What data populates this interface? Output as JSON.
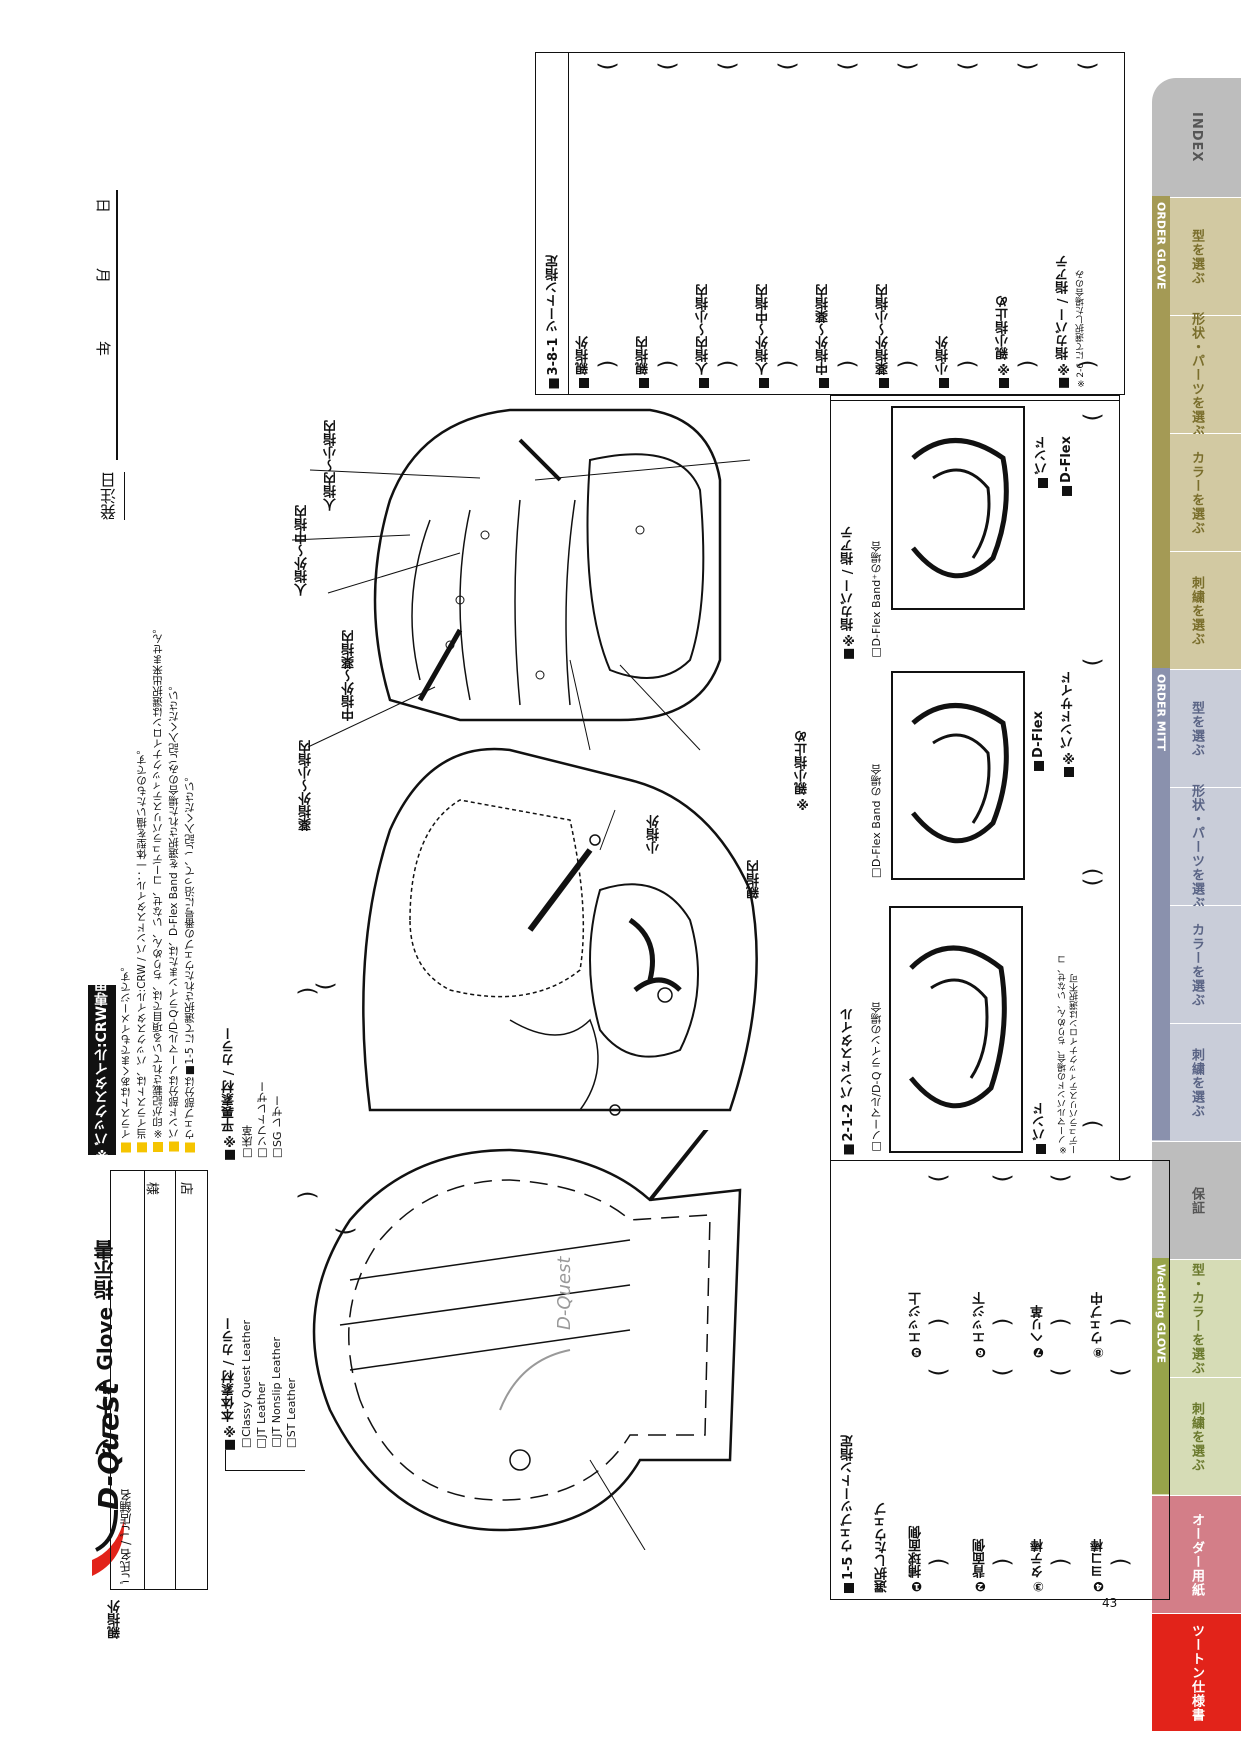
{
  "header": {
    "brand": "D-Quest",
    "title": "ツートン Glove 指示書",
    "name_label": "ご氏名 / ご店舗名",
    "sama": "様",
    "ten": "店",
    "style_badge": "※バックスタイル:CRW専用",
    "notes": [
      "イラストはあくまでもイメージです。",
      "当イラストは、バックスタイル:CRW / バンドスタイル：一体型を描いたものです。",
      "※印が記載されている項目では、ちりめん、いなせ、コーデュラバリスティックナイロンは選択出来ません。",
      "バンド部分はノーマル/D-Qラインまたは、D-Flex Band を選択された場合のみご記入ください。",
      "ウェブ部分は■1-5 にて選択されたウェブの番号に沿って、ご記入ください。"
    ],
    "order_date_label": "発注日",
    "year": "年",
    "month": "月",
    "day": "日"
  },
  "materials": {
    "body_title": "※本体素材 / カラー",
    "body_options": [
      "Classy Quest Leather",
      "JT Leather",
      "JT Nonslip Leather",
      "ST Leather"
    ],
    "flat_title": "※平裏素材 / カラー",
    "flat_options": [
      "床革",
      "ソフトレザー",
      "SG レザー"
    ]
  },
  "labels": {
    "oyayubi_soto": "親指外",
    "kusuri_koyubi": "薬指外〜小指内",
    "naka_kusuri": "中指外〜薬指内",
    "hito_naka": "人指外〜中指内",
    "hito_koyubi": "人指内〜小指内",
    "koyubi_soto": "小指外",
    "oyayubi_uchi": "親指内",
    "oya_kotome": "※親小指止め",
    "finger_cover": "※指カバー / 指アテ"
  },
  "web": {
    "title": "1-5 ウェブツートン指定",
    "selected": "選択したウェブ",
    "items": [
      {
        "num": "❶",
        "label": "捕球面側"
      },
      {
        "num": "❷",
        "label": "背面側"
      },
      {
        "num": "③",
        "label": "タテ棒"
      },
      {
        "num": "❹",
        "label": "ヨコ棒"
      },
      {
        "num": "❺",
        "label": "エッジ上"
      },
      {
        "num": "❻",
        "label": "エッジ下"
      },
      {
        "num": "❼",
        "label": "ヘリ革"
      },
      {
        "num": "⑧",
        "label": "ウェブ中"
      }
    ]
  },
  "band": {
    "title": "2-1-2 バンドスタイル",
    "normal": "ノーマル/D-Q ラインの場合",
    "band_label": "バンド",
    "normal_note": "※ノーマルバンドの場合、ちりめん、いなせ、コーデュラバリスティックナイロンは選択不可",
    "flex": "D-Flex Band の場合",
    "dflex": "D-Flex",
    "band_side": "※バンドサイド"
  },
  "fcover": {
    "title": "※指カバー / 指アテ",
    "option": "D-Flex Band⁺の場合",
    "band_label": "バンド",
    "dflex": "D-Flex"
  },
  "twotone": {
    "title": "3-8-1 ツートン指定",
    "items": [
      "親指外",
      "親指内",
      "人指内〜小指内",
      "人指外〜中指内",
      "中指外〜薬指内",
      "薬指外〜小指内",
      "小指外",
      "※親小指止め",
      "※指カバー / 指アテ"
    ],
    "note": "※2-6 にて選択した場合のみ"
  },
  "page_number": "43",
  "sidebar": {
    "tabs": [
      {
        "label": "INDEX",
        "color": "#bdbdbd",
        "text": "#555555"
      },
      {
        "label": "型を選ぶ",
        "color": "#d2c9a2",
        "text": "#7a6e2c"
      },
      {
        "label": "形状・パーツを選ぶ",
        "color": "#d2c9a2",
        "text": "#7a6e2c"
      },
      {
        "label": "カラーを選ぶ",
        "color": "#d2c9a2",
        "text": "#7a6e2c"
      },
      {
        "label": "刺繍を選ぶ",
        "color": "#d2c9a2",
        "text": "#7a6e2c"
      },
      {
        "label": "型を選ぶ",
        "color": "#c9cdd9",
        "text": "#5a6485"
      },
      {
        "label": "形状・パーツを選ぶ",
        "color": "#c9cdd9",
        "text": "#5a6485"
      },
      {
        "label": "カラーを選ぶ",
        "color": "#c9cdd9",
        "text": "#5a6485"
      },
      {
        "label": "刺繍を選ぶ",
        "color": "#c9cdd9",
        "text": "#5a6485"
      },
      {
        "label": "保証",
        "color": "#bdbdbd",
        "text": "#555555"
      },
      {
        "label": "型・カラーを選ぶ",
        "color": "#d6dcb6",
        "text": "#6b7a2e"
      },
      {
        "label": "刺繍を選ぶ",
        "color": "#d6dcb6",
        "text": "#6b7a2e"
      },
      {
        "label": "オーダー用紙",
        "color": "#d37e88",
        "text": "#ffffff"
      },
      {
        "label": "ツートン仕様書",
        "color": "#e2231a",
        "text": "#ffffff"
      }
    ],
    "groups": [
      {
        "label": "ORDER GLOVE",
        "color": "#a49a55"
      },
      {
        "label": "ORDER MITT",
        "color": "#8a91ad"
      },
      {
        "label": "Wedding GLOVE",
        "color": "#97a34a"
      }
    ]
  }
}
